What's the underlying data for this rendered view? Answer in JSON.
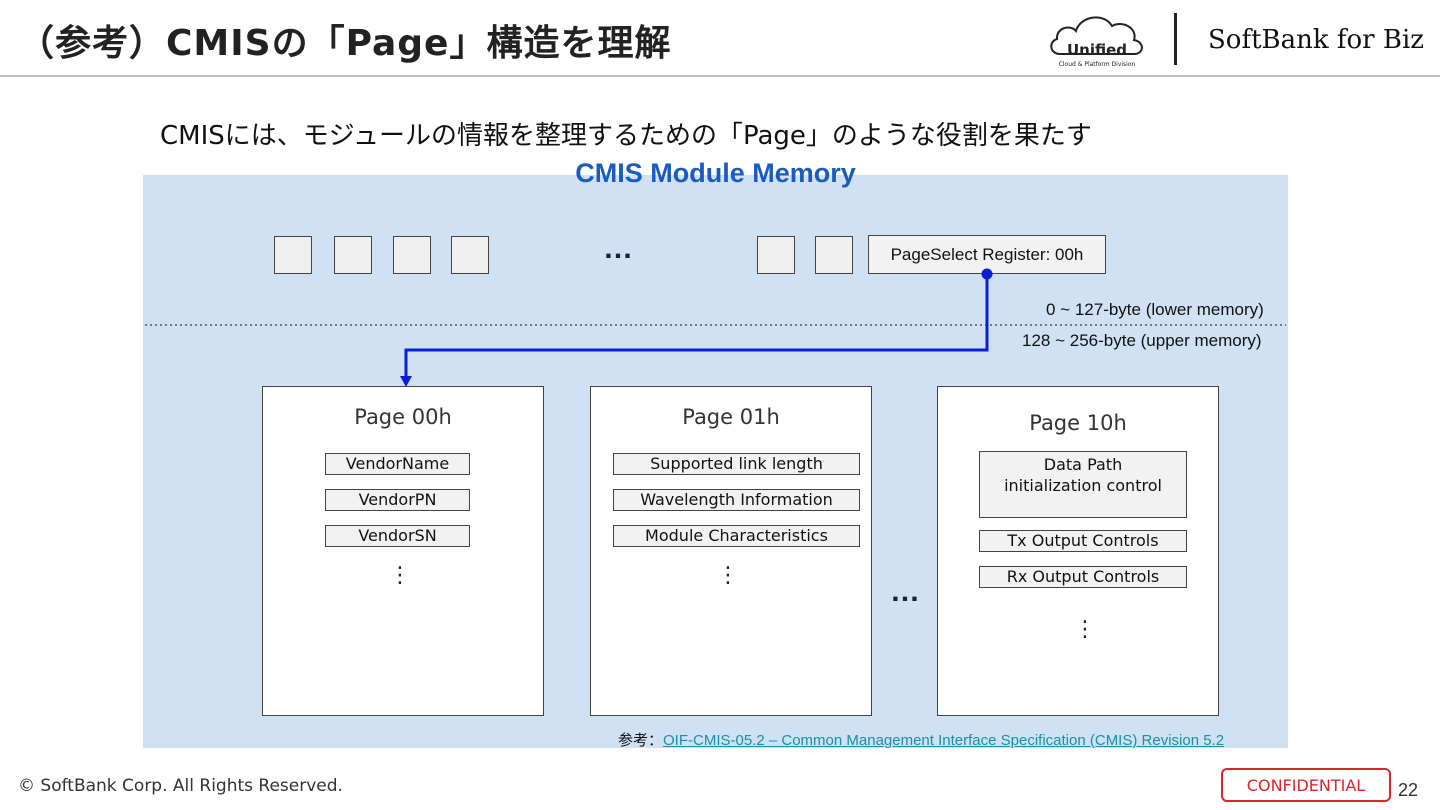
{
  "header": {
    "title": "（参考）CMISの「Page」構造を理解",
    "logo_unified_text": "Unified",
    "logo_unified_sub": "Cloud & Platform Division",
    "logo_softbank": "SoftBank for Biz"
  },
  "subtitle": "CMISには、モジュールの情報を整理するための「Page」のような役割を果たす",
  "diagram": {
    "panel_title": "CMIS Module Memory",
    "top_ellipsis": "…",
    "page_select_register": "PageSelect Register: 00h",
    "lower_memory_label": "0 ~ 127-byte (lower memory)",
    "upper_memory_label": "128 ~ 256-byte (upper memory)",
    "middle_ellipsis": "…",
    "pages": [
      {
        "title": "Page 00h",
        "fields": [
          "VendorName",
          "VendorPN",
          "VendorSN"
        ],
        "more": "⋮"
      },
      {
        "title": "Page 01h",
        "fields": [
          "Supported link length",
          "Wavelength Information",
          "Module Characteristics"
        ],
        "more": "⋮"
      },
      {
        "title": "Page 10h",
        "fields": [
          "Data Path initialization control",
          "Tx Output Controls",
          "Rx Output Controls"
        ],
        "more": "⋮"
      }
    ]
  },
  "source": {
    "prefix": "参考：",
    "link_text": "OIF-CMIS-05.2 – Common Management Interface Specification (CMIS) Revision 5.2"
  },
  "footer": {
    "copyright": "© SoftBank Corp. All Rights Reserved.",
    "confidential": "CONFIDENTIAL",
    "page_number": "22"
  },
  "colors": {
    "panel_bg": "#cfe1f3",
    "panel_title": "#1a5bbf",
    "arrow": "#0a1ed8",
    "confidential": "#d9262c",
    "link": "#1a8fa8"
  }
}
